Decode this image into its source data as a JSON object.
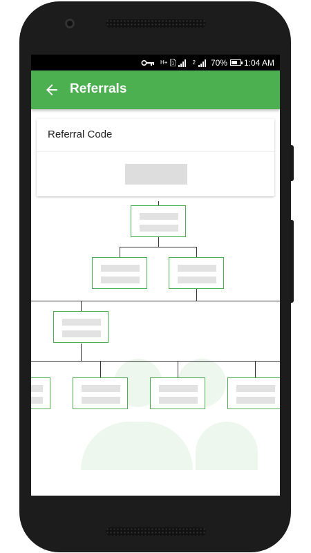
{
  "status_bar": {
    "battery_percent": "70%",
    "time": "1:04 AM",
    "network_badge_1": "H+",
    "network_badge_2": "2",
    "icons": [
      "vpn-key-icon",
      "sim-icon",
      "signal-icon",
      "signal-icon",
      "battery-icon"
    ],
    "battery_level": 0.7
  },
  "app_bar": {
    "title": "Referrals",
    "color": "#4caf50"
  },
  "referral_card": {
    "label": "Referral Code",
    "code_value": ""
  },
  "tree": {
    "node_border_color": "#4caf50",
    "levels": [
      {
        "level": 0,
        "count": 1
      },
      {
        "level": 1,
        "count": 2
      },
      {
        "level": 2,
        "count": 1
      },
      {
        "level": 3,
        "count": 4
      }
    ]
  }
}
